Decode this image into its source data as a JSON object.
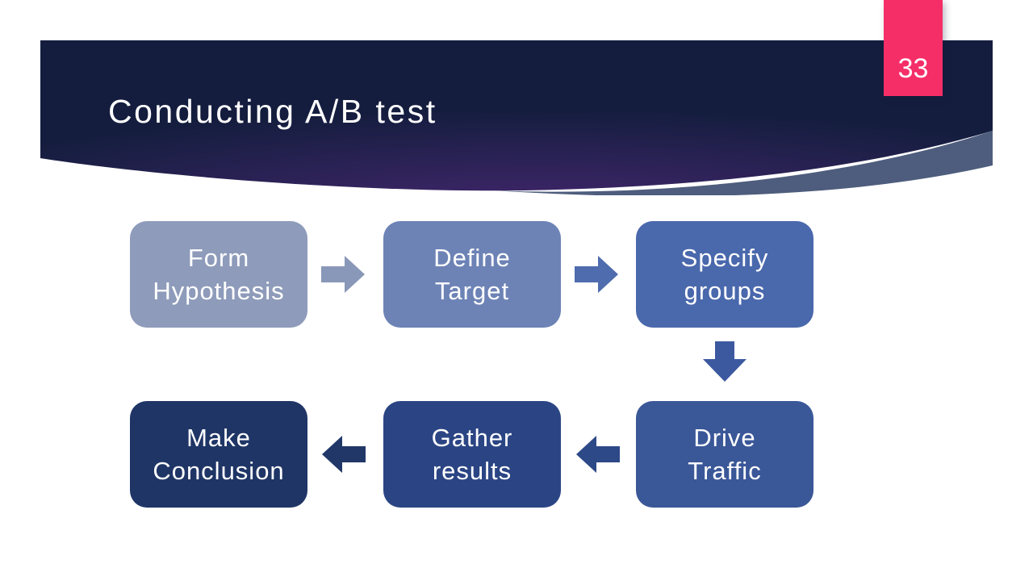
{
  "slide": {
    "title": "Conducting A/B test",
    "number": "33"
  },
  "colors": {
    "header_navy": "#141d3e",
    "header_purple": "#43276e",
    "swoosh_accent": "#4e5d7d",
    "page_badge": "#f52e68",
    "text_light": "#ffffff"
  },
  "diagram": {
    "type": "process-flow",
    "steps": [
      {
        "label": "Form\nHypothesis",
        "color": "#8e9bba"
      },
      {
        "label": "Define\nTarget",
        "color": "#6d83b6"
      },
      {
        "label": "Specify\ngroups",
        "color": "#4a68ac"
      },
      {
        "label": "Drive\nTraffic",
        "color": "#3a5798"
      },
      {
        "label": "Gather\nresults",
        "color": "#2b4584"
      },
      {
        "label": "Make\nConclusion",
        "color": "#1f3566"
      }
    ],
    "arrows": [
      {
        "direction": "right",
        "color": "#8997b8"
      },
      {
        "direction": "right",
        "color": "#4f6cae"
      },
      {
        "direction": "down",
        "color": "#3c59a0"
      },
      {
        "direction": "left",
        "color": "#2d4987"
      },
      {
        "direction": "left",
        "color": "#203768"
      }
    ]
  }
}
